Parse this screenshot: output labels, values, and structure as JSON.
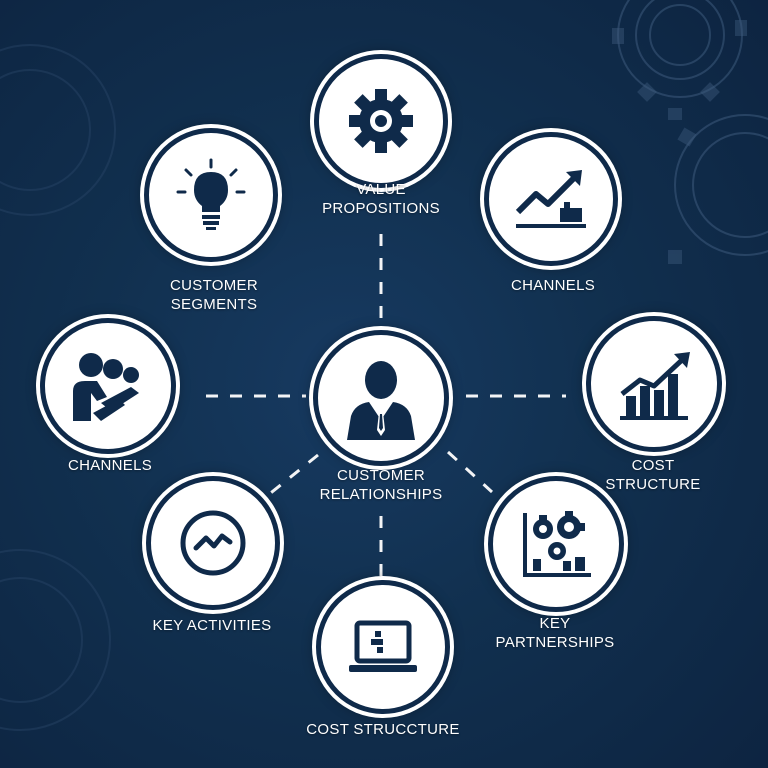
{
  "colors": {
    "background": "#0f2a4a",
    "node_fill": "#ffffff",
    "icon": "#0f2a4a",
    "connector": "#ffffff",
    "text": "#ffffff"
  },
  "center": {
    "label": "CUSTOMER\nRELATIONSHIPS",
    "icon": "businessman-icon"
  },
  "nodes": [
    {
      "id": "value-propositions",
      "label": "VALUE\nPROPOSITIONS",
      "icon": "gear-icon"
    },
    {
      "id": "channels-top",
      "label": "CHANNELS",
      "icon": "growth-trend-icon"
    },
    {
      "id": "cost-structure-right",
      "label": "COST\nSTRUCTURE",
      "icon": "bar-chart-icon"
    },
    {
      "id": "key-partnerships",
      "label": "KEY\nPARTNERSHIPS",
      "icon": "gears-chart-icon"
    },
    {
      "id": "cost-structure-bottom",
      "label": "COST STRUCCTURE",
      "icon": "laptop-icon"
    },
    {
      "id": "key-activities",
      "label": "KEY ACTIVITIES",
      "icon": "pulse-circle-icon"
    },
    {
      "id": "channels-left",
      "label": "CHANNELS",
      "icon": "people-handshake-icon"
    },
    {
      "id": "customer-segments",
      "label": "CUSTOMER\nSEGMENTS",
      "icon": "lightbulb-icon"
    }
  ]
}
